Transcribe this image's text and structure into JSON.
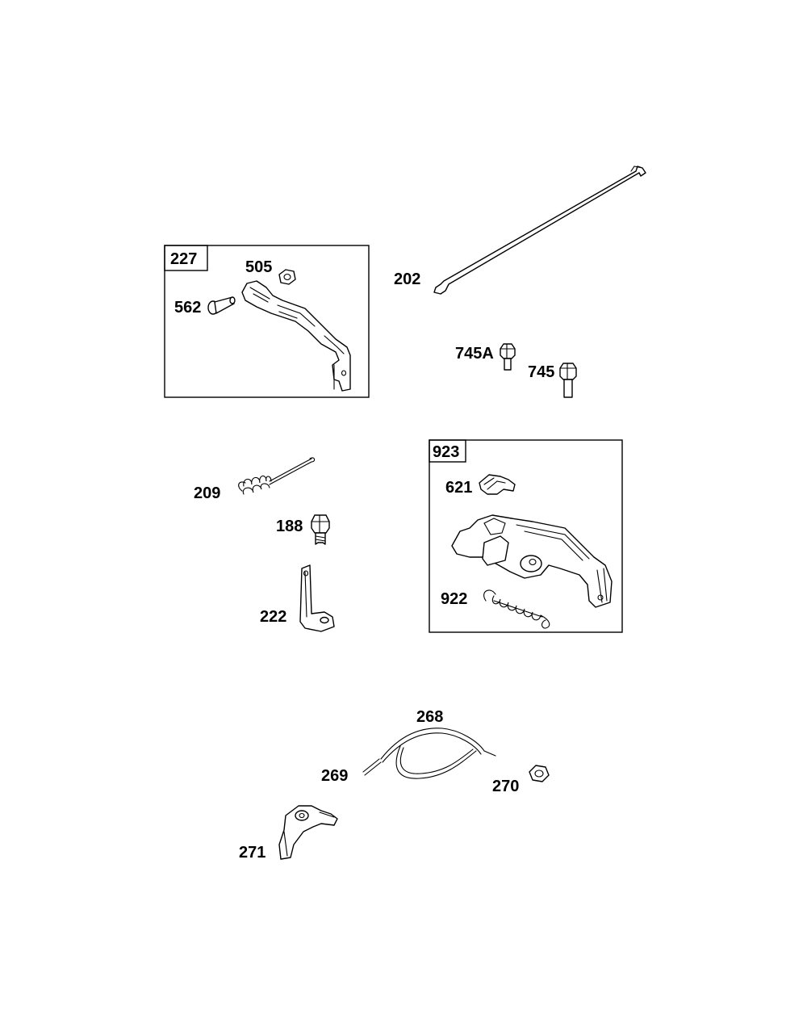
{
  "labels": {
    "l227": "227",
    "l505": "505",
    "l562": "562",
    "l202": "202",
    "l745A": "745A",
    "l745": "745",
    "l923": "923",
    "l621": "621",
    "l922": "922",
    "l209": "209",
    "l188": "188",
    "l222": "222",
    "l268": "268",
    "l269": "269",
    "l270": "270",
    "l271": "271"
  }
}
